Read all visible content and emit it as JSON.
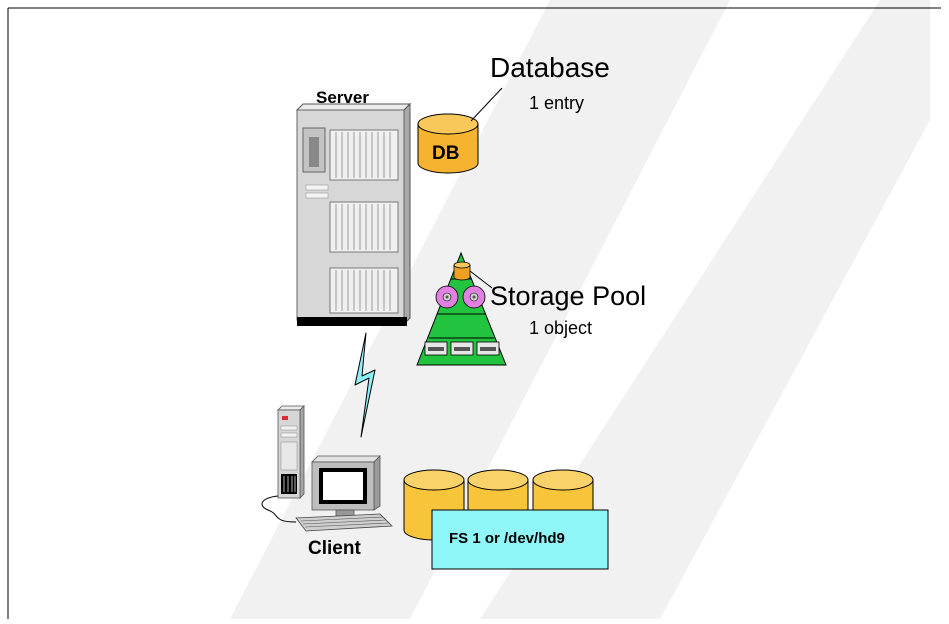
{
  "server": {
    "label": "Server"
  },
  "database": {
    "title": "Database",
    "subtitle": "1 entry",
    "icon_text": "DB"
  },
  "storage_pool": {
    "title": "Storage Pool",
    "subtitle": "1 object"
  },
  "client": {
    "label": "Client"
  },
  "filesystem": {
    "label": "FS 1 or /dev/hd9"
  },
  "colors": {
    "db_orange": "#f5b330",
    "pool_green": "#22c33e",
    "fs_box": "#8ff7f7",
    "cylinder": "#f7c43a",
    "lightning": "#8ef0f7",
    "server_body": "#d6d6d6",
    "watermark": "#f0f0f0"
  }
}
